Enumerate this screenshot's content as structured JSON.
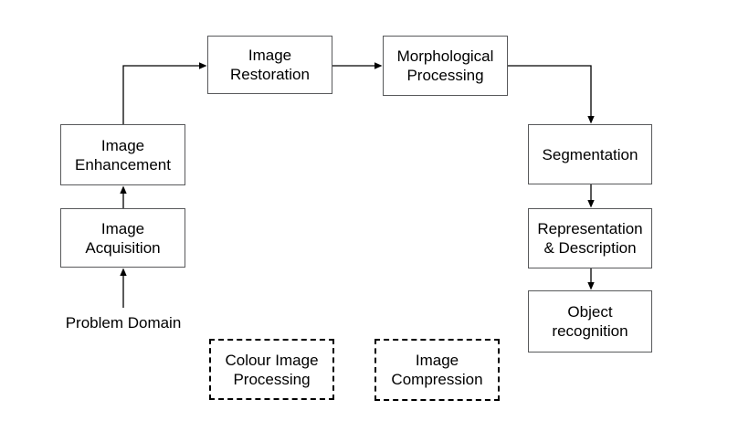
{
  "diagram": {
    "background": "#ffffff",
    "colors": {
      "solid_box_border": "#58595b",
      "dashed_box_border": "#000000",
      "arrow": "#000000",
      "text": "#000000"
    },
    "nodes": {
      "problem_domain": {
        "label": "Problem Domain",
        "type": "plain-text"
      },
      "image_acquisition": {
        "label": "Image\nAcquisition",
        "type": "solid-box"
      },
      "image_enhancement": {
        "label": "Image\nEnhancement",
        "type": "solid-box"
      },
      "image_restoration": {
        "label": "Image\nRestoration",
        "type": "solid-box"
      },
      "morphological_processing": {
        "label": "Morphological\nProcessing",
        "type": "solid-box"
      },
      "segmentation": {
        "label": "Segmentation",
        "type": "solid-box"
      },
      "representation_description": {
        "label": "Representation\n& Description",
        "type": "solid-box"
      },
      "object_recognition": {
        "label": "Object\nrecognition",
        "type": "solid-box"
      },
      "colour_image_processing": {
        "label": "Colour Image\nProcessing",
        "type": "dashed-box"
      },
      "image_compression": {
        "label": "Image\nCompression",
        "type": "dashed-box"
      }
    },
    "edges": [
      {
        "from": "problem_domain",
        "to": "image_acquisition"
      },
      {
        "from": "image_acquisition",
        "to": "image_enhancement"
      },
      {
        "from": "image_enhancement",
        "to": "image_restoration"
      },
      {
        "from": "image_restoration",
        "to": "morphological_processing"
      },
      {
        "from": "morphological_processing",
        "to": "segmentation"
      },
      {
        "from": "segmentation",
        "to": "representation_description"
      },
      {
        "from": "representation_description",
        "to": "object_recognition"
      }
    ]
  }
}
